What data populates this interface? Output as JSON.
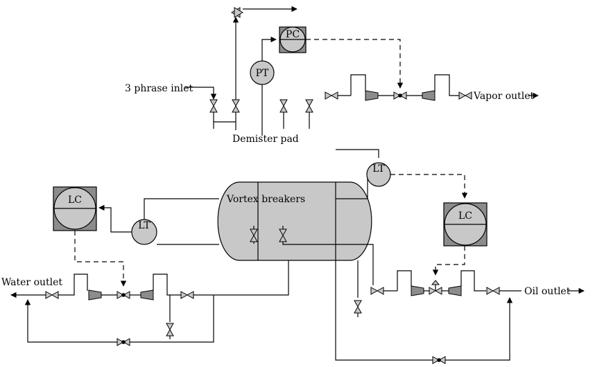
{
  "labels": {
    "inlet": "3 phrase inlet",
    "demister": "Demister pad",
    "vortex": "Vortex breakers",
    "vapor_outlet": "Vapor outlet",
    "water_outlet": "Water outlet",
    "oil_outlet": "Oil outlet"
  },
  "instruments": {
    "pc": "PC",
    "pt": "PT",
    "lt_oil": "LT",
    "lt_water": "LT",
    "lc_oil": "LC",
    "lc_water": "LC"
  },
  "colors": {
    "vessel_fill": "#c8c8c8",
    "valve_fill": "#c8c8c8",
    "pump_fill": "#8c8c8c",
    "line": "#000000"
  }
}
